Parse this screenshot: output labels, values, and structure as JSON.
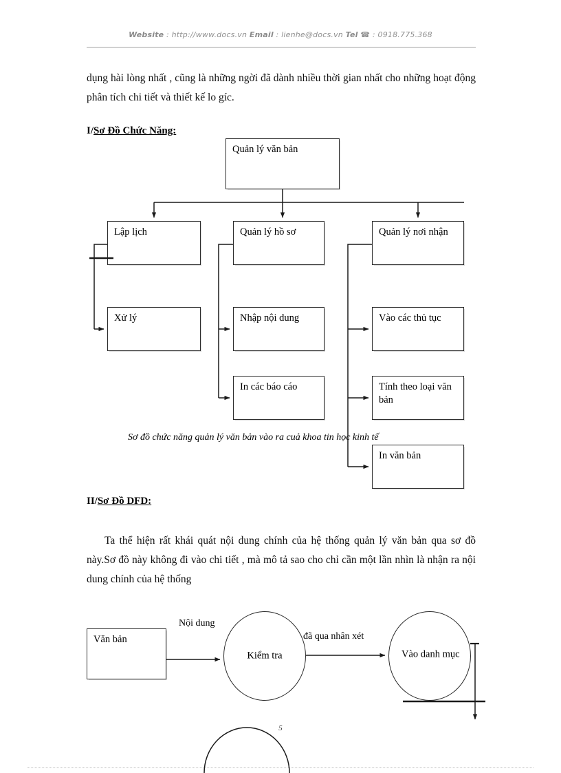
{
  "header": {
    "website_label": "Website",
    "website_value": " : http://www.docs.vn ",
    "email_label": "Email",
    "email_value": "  : lienhe@docs.vn  ",
    "tel_label": "Tel",
    "tel_glyph": "☎",
    "tel_value": " : 0918.775.368"
  },
  "body": {
    "paragraph_1": "dụng hài lòng nhất , cũng là những ngời   đã dành nhiều thời gian nhất cho những hoạt động phân tích chi tiết và thiết kế lo gíc.",
    "section_1_prefix": "I/",
    "section_1_title": "Sơ Đồ Chức Năng:",
    "section_2_prefix": "II/",
    "section_2_title": "Sơ Đồ DFD:",
    "paragraph_2": "Ta thể hiện rất khái quát nội dung chính của hệ thống quản lý văn bản qua sơ đồ này.Sơ đồ này không đi vào chi tiết , mà mô tả sao cho chỉ cần một lần nhìn là nhận ra nội dung chính của hệ thống",
    "figure_caption": "Sơ đồ chức năng quản lý văn bản vào ra cuả khoa tin học kinh tế",
    "page_number": "5"
  },
  "function_diagram": {
    "root": "Quản lý văn bản",
    "level2": [
      {
        "label": "Lập lịch"
      },
      {
        "label": "Quản lý hồ sơ"
      },
      {
        "label": "Quản lý nơi nhận"
      }
    ],
    "level3": [
      {
        "label": "Xử lý"
      },
      {
        "label": "Nhập nội dung"
      },
      {
        "label": "In các báo cáo"
      },
      {
        "label": "Vào các thủ tục"
      },
      {
        "label": "Tính theo loại văn bản"
      },
      {
        "label": "In văn bản"
      }
    ]
  },
  "dfd_diagram": {
    "entity": "Văn bản",
    "process_1": "Kiểm tra",
    "process_2": "Vào danh mục",
    "flow_1": "Nội dung",
    "flow_2": "đã qua nhân xét"
  },
  "colors": {
    "ink": "#000000",
    "header_gray": "#8f8f8f",
    "rule_gray": "#a0a0a0",
    "stroke": "#2b2b2b"
  }
}
